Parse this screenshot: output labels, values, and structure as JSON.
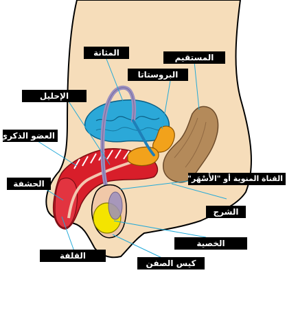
{
  "diagram": {
    "labels": {
      "bladder": "المثانة",
      "rectum": "المستقيم",
      "prostate": "البروستاتا",
      "urethra": "الإحليل",
      "penis": "العضو الذكري",
      "glans": "الحشفة",
      "vas_deferens": "القناة المنوية أو \"الأَسْهَر\"",
      "perineum": "الشرج",
      "testis": "الخصية",
      "foreskin": "القلفة",
      "scrotum": "كيس الصفن"
    },
    "colors": {
      "skin": "#F6DDBA",
      "bladder": "#2BA8D8",
      "rectum": "#B48A5A",
      "prostate": "#F2A21B",
      "penis_tissue": "#D81E2A",
      "testis": "#F4E400",
      "vas_deferens": "#9B8FBF",
      "leader_line": "#22A9D8",
      "label_bg": "#000000",
      "label_text": "#FFFFFF"
    }
  }
}
